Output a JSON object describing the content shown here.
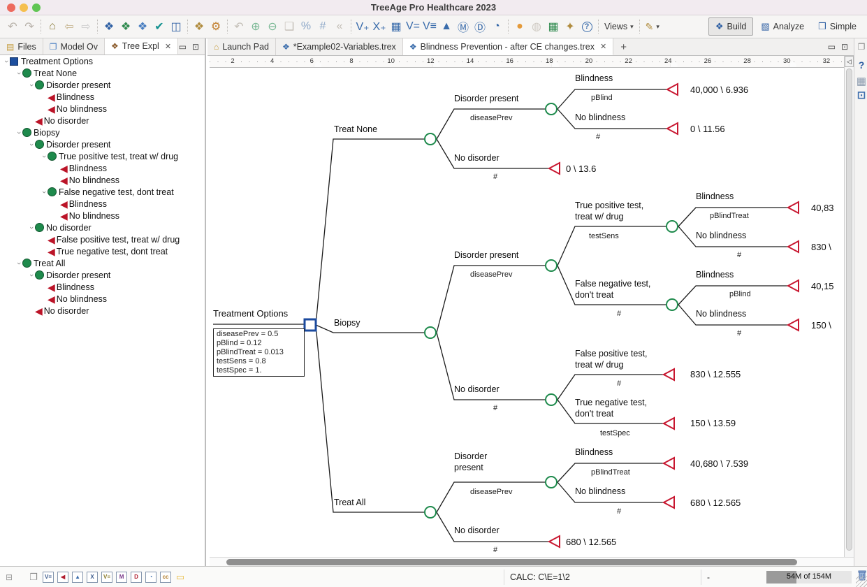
{
  "window": {
    "title": "TreeAge Pro Healthcare 2023"
  },
  "toolbar": {
    "items": [
      {
        "name": "nav-back-icon",
        "glyph": "↶",
        "color": "#b7b1a9"
      },
      {
        "name": "nav-forward-icon",
        "glyph": "↷",
        "color": "#b7b1a9"
      },
      {
        "sep": true
      },
      {
        "name": "home-icon",
        "glyph": "⌂",
        "color": "#8a7b3a"
      },
      {
        "name": "back-arrow-icon",
        "glyph": "⇦",
        "color": "#c6b48e"
      },
      {
        "name": "forward-arrow-icon",
        "glyph": "⇨",
        "color": "#cdcdcd"
      },
      {
        "sep": true
      },
      {
        "name": "new-tree-icon",
        "glyph": "❖",
        "color": "#2e5fa3"
      },
      {
        "name": "tree-palette-icon",
        "glyph": "❖",
        "color": "#2f8a4e"
      },
      {
        "name": "tree-nodes-icon",
        "glyph": "❖",
        "color": "#4a7fc1"
      },
      {
        "name": "model-check-icon",
        "glyph": "✔",
        "color": "#12918f"
      },
      {
        "name": "save-icon",
        "glyph": "◫",
        "color": "#2e5fa3"
      },
      {
        "sep": true
      },
      {
        "name": "tree-gear-icon",
        "glyph": "❖",
        "color": "#b08c3e"
      },
      {
        "name": "preferences-gear-icon",
        "glyph": "⚙",
        "color": "#c07c2a"
      },
      {
        "sep": true
      },
      {
        "name": "undo-icon",
        "glyph": "↶",
        "color": "#c3beb6"
      },
      {
        "name": "add-branch-icon",
        "glyph": "⊕",
        "color": "#79b894"
      },
      {
        "name": "insert-branch-icon",
        "glyph": "⊖",
        "color": "#79b894"
      },
      {
        "name": "paste-subtree-icon",
        "glyph": "❑",
        "color": "#c3beb6"
      },
      {
        "name": "prob-wheel-icon",
        "glyph": "%",
        "color": "#8fa9c9"
      },
      {
        "name": "hash-values-icon",
        "glyph": "#",
        "color": "#8fa9c9"
      },
      {
        "name": "rollback-icon",
        "glyph": "«",
        "color": "#c3beb6"
      },
      {
        "sep": true
      },
      {
        "name": "add-variable-icon",
        "glyph": "V₊",
        "color": "#3a6cab"
      },
      {
        "name": "add-distribution-icon",
        "glyph": "X₊",
        "color": "#3a6cab"
      },
      {
        "name": "add-table-icon",
        "glyph": "▦",
        "color": "#3a6cab"
      },
      {
        "name": "define-variable-icon",
        "glyph": "V=",
        "color": "#3a6cab"
      },
      {
        "name": "variables-list-icon",
        "glyph": "V≡",
        "color": "#3a6cab"
      },
      {
        "name": "graph-doc-icon",
        "glyph": "▲",
        "color": "#3a6cab"
      },
      {
        "name": "markov-doc-icon",
        "glyph": "Ⓜ",
        "color": "#3a6cab"
      },
      {
        "name": "decision-doc-icon",
        "glyph": "Ⓓ",
        "color": "#3a6cab"
      },
      {
        "name": "clock-doc-icon",
        "glyph": "◔",
        "color": "#3a6cab"
      },
      {
        "sep": true
      },
      {
        "name": "color-ball-icon",
        "glyph": "●",
        "color": "#e49a3a"
      },
      {
        "name": "speech-disabled-icon",
        "glyph": "◍",
        "color": "#cfcac2"
      },
      {
        "name": "excel-export-icon",
        "glyph": "▦",
        "color": "#2f8a4e"
      },
      {
        "name": "find-icon",
        "glyph": "✦",
        "color": "#b08c3e"
      },
      {
        "name": "help-icon",
        "glyph": "?",
        "color": "#3a6cab",
        "circled": true
      },
      {
        "sep": true
      }
    ],
    "views_label": "Views",
    "build_label": "Build",
    "analyze_label": "Analyze",
    "simple_label": "Simple"
  },
  "sidebar": {
    "tabs": [
      {
        "label": "Files"
      },
      {
        "label": "Model Ov"
      },
      {
        "label": "Tree Expl"
      }
    ],
    "tree": [
      {
        "depth": 0,
        "icon": "decision",
        "chevron": true,
        "label": "Treatment Options"
      },
      {
        "depth": 1,
        "icon": "chance",
        "chevron": true,
        "label": "Treat None"
      },
      {
        "depth": 2,
        "icon": "chance",
        "chevron": true,
        "label": "Disorder present"
      },
      {
        "depth": 3,
        "icon": "terminal",
        "chevron": false,
        "label": "Blindness"
      },
      {
        "depth": 3,
        "icon": "terminal",
        "chevron": false,
        "label": "No blindness"
      },
      {
        "depth": 2,
        "icon": "terminal",
        "chevron": false,
        "label": "No disorder"
      },
      {
        "depth": 1,
        "icon": "chance",
        "chevron": true,
        "label": "Biopsy"
      },
      {
        "depth": 2,
        "icon": "chance",
        "chevron": true,
        "label": "Disorder present"
      },
      {
        "depth": 3,
        "icon": "chance",
        "chevron": true,
        "label": "True positive test, treat w/ drug"
      },
      {
        "depth": 4,
        "icon": "terminal",
        "chevron": false,
        "label": "Blindness"
      },
      {
        "depth": 4,
        "icon": "terminal",
        "chevron": false,
        "label": "No blindness"
      },
      {
        "depth": 3,
        "icon": "chance",
        "chevron": true,
        "label": "False negative test, dont treat"
      },
      {
        "depth": 4,
        "icon": "terminal",
        "chevron": false,
        "label": "Blindness"
      },
      {
        "depth": 4,
        "icon": "terminal",
        "chevron": false,
        "label": "No blindness"
      },
      {
        "depth": 2,
        "icon": "chance",
        "chevron": true,
        "label": "No disorder"
      },
      {
        "depth": 3,
        "icon": "terminal",
        "chevron": false,
        "label": "False positive test, treat w/ drug"
      },
      {
        "depth": 3,
        "icon": "terminal",
        "chevron": false,
        "label": "True negative test, dont treat"
      },
      {
        "depth": 1,
        "icon": "chance",
        "chevron": true,
        "label": "Treat All"
      },
      {
        "depth": 2,
        "icon": "chance",
        "chevron": true,
        "label": "Disorder present"
      },
      {
        "depth": 3,
        "icon": "terminal",
        "chevron": false,
        "label": "Blindness"
      },
      {
        "depth": 3,
        "icon": "terminal",
        "chevron": false,
        "label": "No blindness"
      },
      {
        "depth": 2,
        "icon": "terminal",
        "chevron": false,
        "label": "No disorder"
      }
    ]
  },
  "editor": {
    "tabs": [
      {
        "label": "Launch Pad"
      },
      {
        "label": "*Example02-Variables.trex"
      },
      {
        "label": "Blindness Prevention - after CE changes.trex"
      }
    ],
    "new_tab": "+",
    "ruler": {
      "numbers": [
        2,
        4,
        6,
        8,
        10,
        12,
        14,
        16,
        18,
        20,
        22,
        24,
        26,
        28,
        30,
        32
      ],
      "markers": [
        6.3,
        12.3,
        18.3,
        24.3,
        30.3
      ]
    }
  },
  "tree_canvas": {
    "labels": {
      "root": "Treatment Options",
      "treat_none": "Treat None",
      "biopsy": "Biopsy",
      "treat_all": "Treat All",
      "disorder_present": "Disorder present",
      "disorder_line1": "Disorder",
      "disorder_line2": "present",
      "no_disorder": "No disorder",
      "blindness": "Blindness",
      "no_blindness": "No blindness",
      "tp_line1": "True positive test,",
      "tp_line2": "treat w/ drug",
      "fn_line1": "False negative test,",
      "fn_line2": "don't treat",
      "fp_line1": "False positive test,",
      "fp_line2": "treat w/ drug",
      "tn_line1": "True negative test,",
      "tn_line2": "don't treat"
    },
    "probs": {
      "diseasePrev": "diseasePrev",
      "pBlind": "pBlind",
      "pBlindTreat": "pBlindTreat",
      "testSens": "testSens",
      "testSpec": "testSpec",
      "hash": "#"
    },
    "variables_box": [
      "diseasePrev = 0.5",
      "pBlind = 0.12",
      "pBlindTreat = 0.013",
      "testSens = 0.8",
      "testSpec = 1."
    ],
    "payoffs": {
      "tn_blind": "40,000 \\ 6.936",
      "tn_noblind": "0 \\ 11.56",
      "tn_nodis": "0 \\ 13.6",
      "b_tp_blind": "40,83",
      "b_tp_noblind": "830 \\",
      "b_fn_blind": "40,15",
      "b_fn_noblind": "150 \\",
      "b_fp": "830 \\ 12.555",
      "b_tn": "150 \\ 13.59",
      "ta_blind": "40,680 \\ 7.539",
      "ta_noblind": "680 \\ 12.565",
      "ta_nodis": "680 \\ 12.565"
    }
  },
  "statusbar": {
    "calc": "CALC: C\\E=1\\2",
    "dash": "-",
    "memory": "54M of 154M",
    "bottom_icons": [
      {
        "name": "detach-view-icon",
        "text": "❐",
        "plain": true,
        "color": "#8a8a8a"
      },
      {
        "name": "report-variables-icon",
        "text": "V="
      },
      {
        "name": "report-tree-icon",
        "text": "◀",
        "color": "#b01c2e"
      },
      {
        "name": "report-graph-icon",
        "text": "▲",
        "color": "#3a6cab"
      },
      {
        "name": "report-distribution-icon",
        "text": "X"
      },
      {
        "name": "report-definitions-icon",
        "text": "V≡",
        "color": "#8a7b2a"
      },
      {
        "name": "report-markov-icon",
        "text": "M",
        "color": "#7a3a8a"
      },
      {
        "name": "report-decision-icon",
        "text": "D",
        "color": "#b01c2e"
      },
      {
        "name": "report-clock-icon",
        "text": "◔",
        "color": "#3a6cab"
      },
      {
        "name": "report-cc-icon",
        "text": "cc",
        "color": "#b07c2a"
      },
      {
        "name": "comment-icon",
        "text": "▭",
        "plain": true,
        "color": "#e8b93a"
      }
    ]
  }
}
